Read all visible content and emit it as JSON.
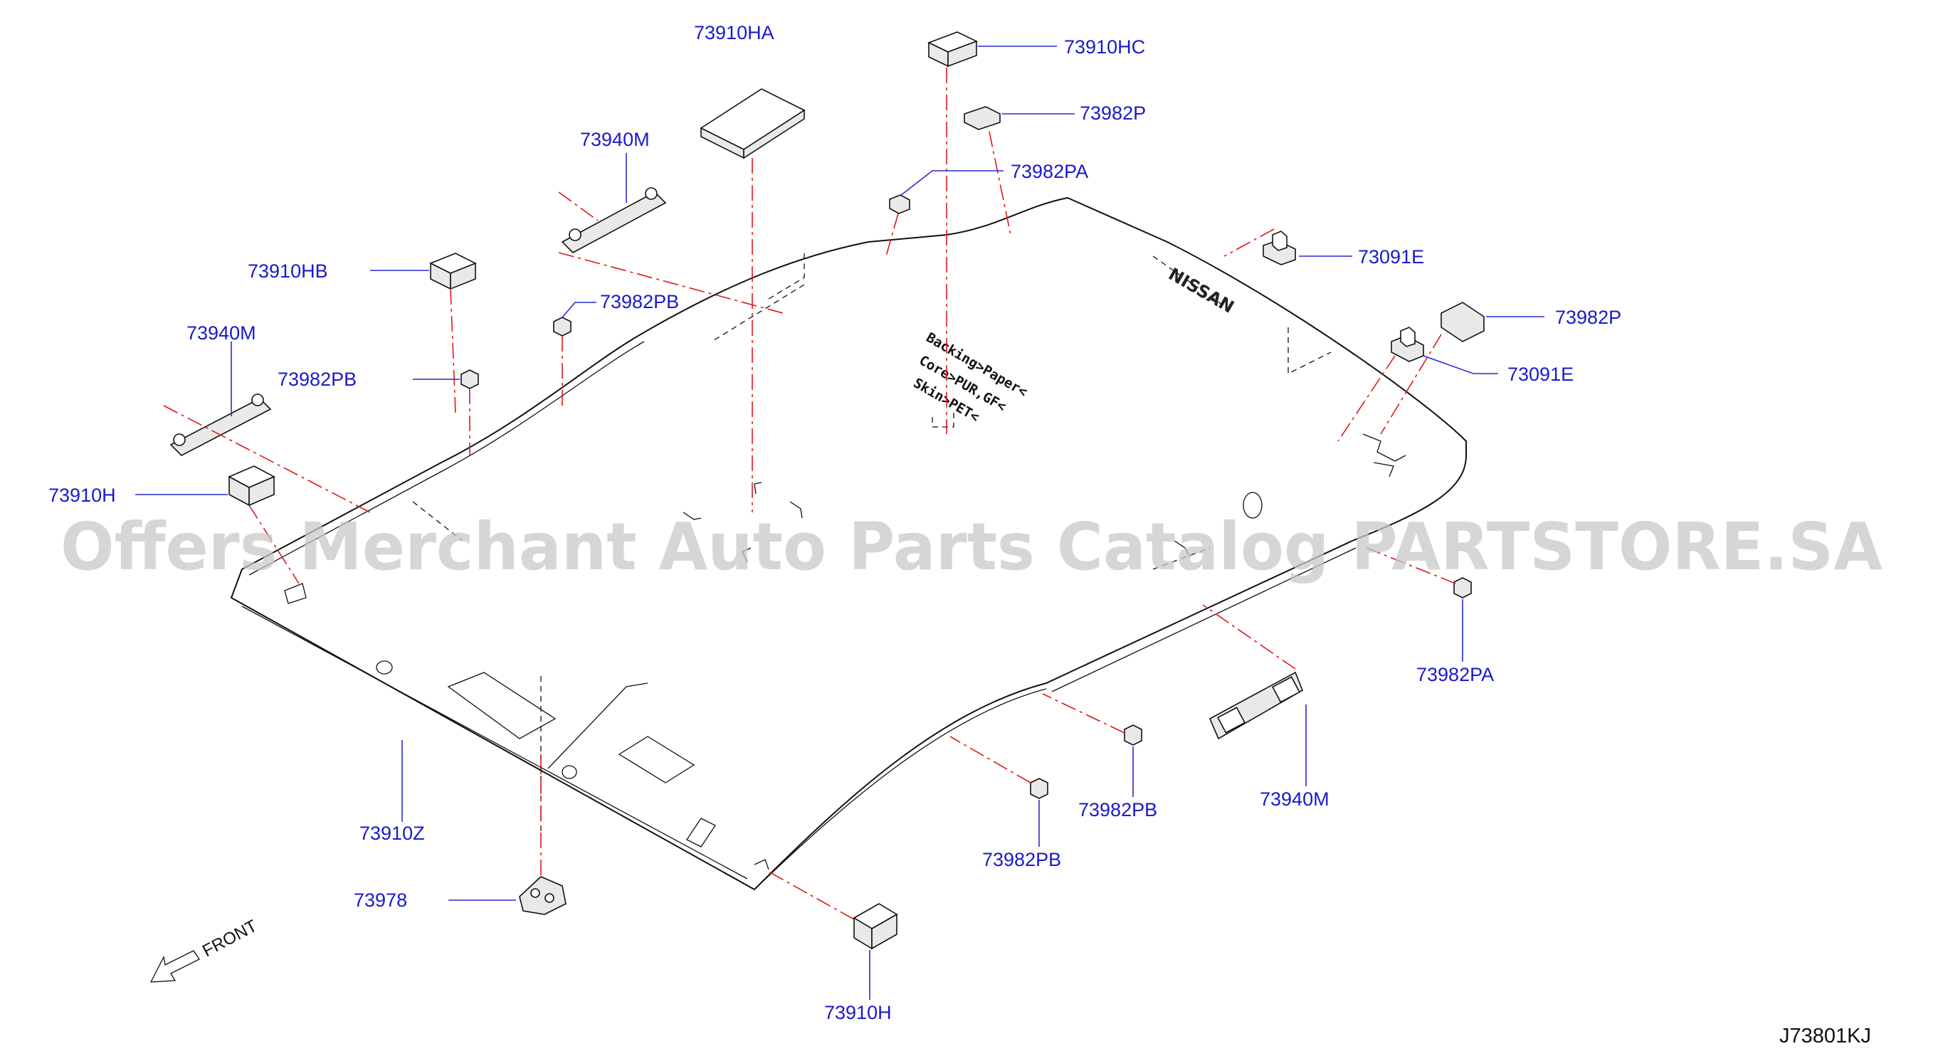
{
  "diagram": {
    "watermark": "Offers Merchant Auto Parts Catalog PARTSTORE.SA",
    "reference_code": "J73801KJ",
    "direction_label": "FRONT",
    "material_text": [
      "Skin>PET<",
      "Core>PUR,GF<",
      "Backing>Paper<"
    ],
    "logo_text": "NISSAN",
    "labels": {
      "p73910HA": "73910HA",
      "p73910HC": "73910HC",
      "p73982P_top": "73982P",
      "p73982PA_top": "73982PA",
      "p73940M_mid": "73940M",
      "p73910HB": "73910HB",
      "p73982PB_a": "73982PB",
      "p73940M_left": "73940M",
      "p73982PB_b": "73982PB",
      "p73910H_left": "73910H",
      "p73091E_top": "73091E",
      "p73982P_right": "73982P",
      "p73091E_right": "73091E",
      "p73982PA_right": "73982PA",
      "p73982PB_c": "73982PB",
      "p73940M_right": "73940M",
      "p73982PB_d": "73982PB",
      "p73910Z": "73910Z",
      "p73978": "73978",
      "p73910H_bottom": "73910H"
    }
  }
}
